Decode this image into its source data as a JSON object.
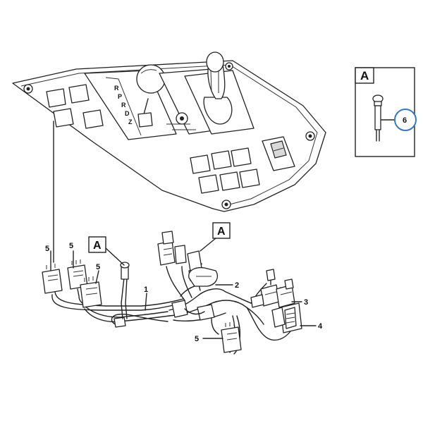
{
  "detail": {
    "letter": "A",
    "callout": "6"
  },
  "callouts": {
    "harness": "1",
    "connector_2": "2",
    "connector_3": "3",
    "connector_4": "4",
    "relay_left_1": "5",
    "relay_left_2": "5",
    "relay_left_3": "5",
    "relay_bottom": "5"
  },
  "view_markers": {
    "left": "A",
    "center": "A"
  },
  "gate_letters": [
    "R",
    "P",
    "R",
    "D",
    "Z"
  ]
}
